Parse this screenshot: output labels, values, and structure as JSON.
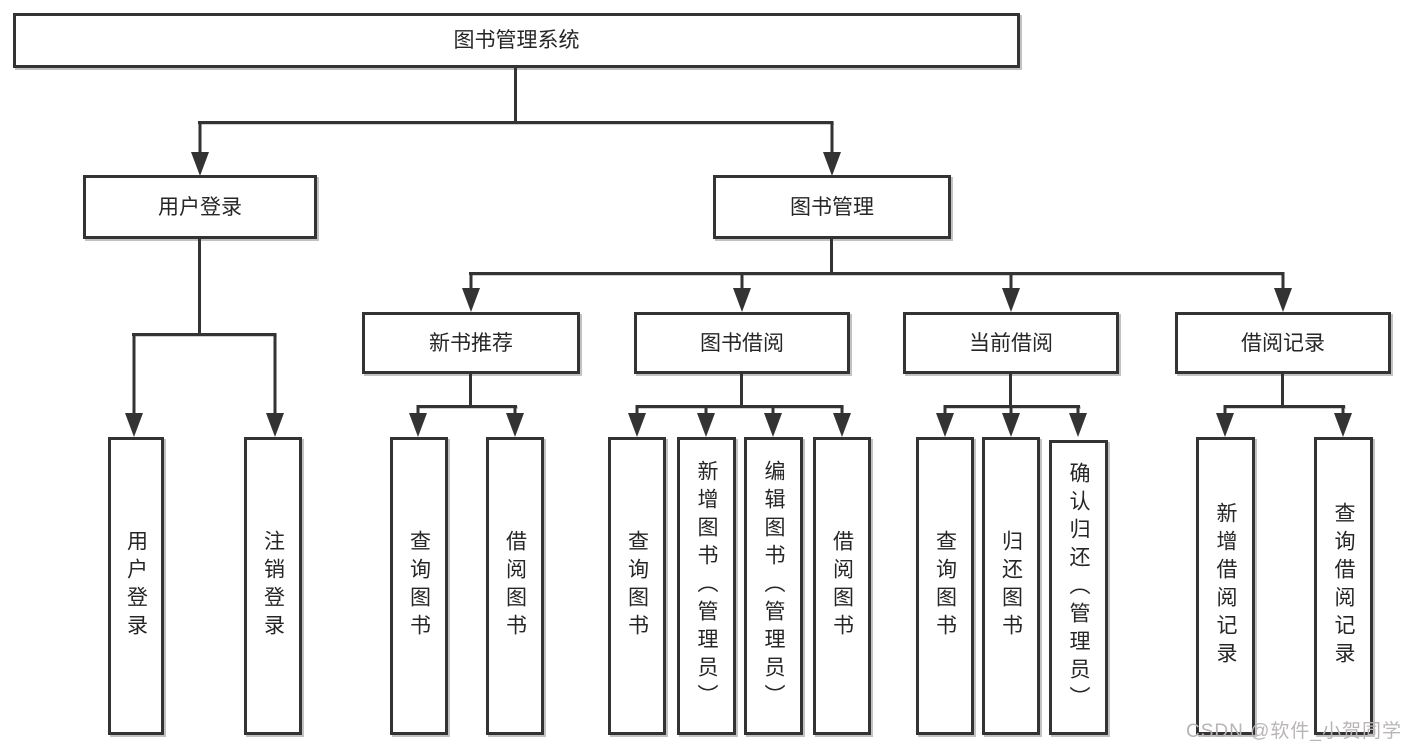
{
  "tree": {
    "label": "图书管理系统",
    "children": [
      {
        "label": "用户登录",
        "children": [
          {
            "label": "用户登录"
          },
          {
            "label": "注销登录"
          }
        ]
      },
      {
        "label": "图书管理",
        "children": [
          {
            "label": "新书推荐",
            "children": [
              {
                "label": "查询图书"
              },
              {
                "label": "借阅图书"
              }
            ]
          },
          {
            "label": "图书借阅",
            "children": [
              {
                "label": "查询图书"
              },
              {
                "label": "新增图书（管理员）"
              },
              {
                "label": "编辑图书（管理员）"
              },
              {
                "label": "借阅图书"
              }
            ]
          },
          {
            "label": "当前借阅",
            "children": [
              {
                "label": "查询图书"
              },
              {
                "label": "归还图书"
              },
              {
                "label": "确认归还（管理员）"
              }
            ]
          },
          {
            "label": "借阅记录",
            "children": [
              {
                "label": "新增借阅记录"
              },
              {
                "label": "查询借阅记录"
              }
            ]
          }
        ]
      }
    ]
  },
  "watermark": {
    "text": "CSDN @软件_小贺同学"
  },
  "colors": {
    "line": "#333333",
    "text": "#262626",
    "background": "#ffffff",
    "watermark": "#b9b4b6"
  }
}
